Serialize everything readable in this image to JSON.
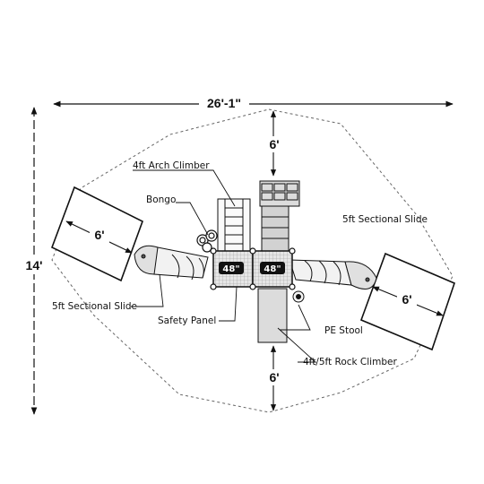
{
  "dimensions": {
    "overall_width": "26'-1\"",
    "overall_depth": "14'",
    "clearance_top": "6'",
    "clearance_bottom": "6'",
    "clearance_left": "6'",
    "clearance_right": "6'"
  },
  "decks": [
    {
      "label": "48\""
    },
    {
      "label": "48\""
    }
  ],
  "components": {
    "arch_climber": "4ft Arch Climber",
    "bongo": "Bongo",
    "sectional_slide_left": "5ft Sectional Slide",
    "sectional_slide_right": "5ft Sectional Slide",
    "safety_panel": "Safety Panel",
    "pe_stool": "PE Stool",
    "rock_climber": "4ft/5ft Rock Climber"
  }
}
